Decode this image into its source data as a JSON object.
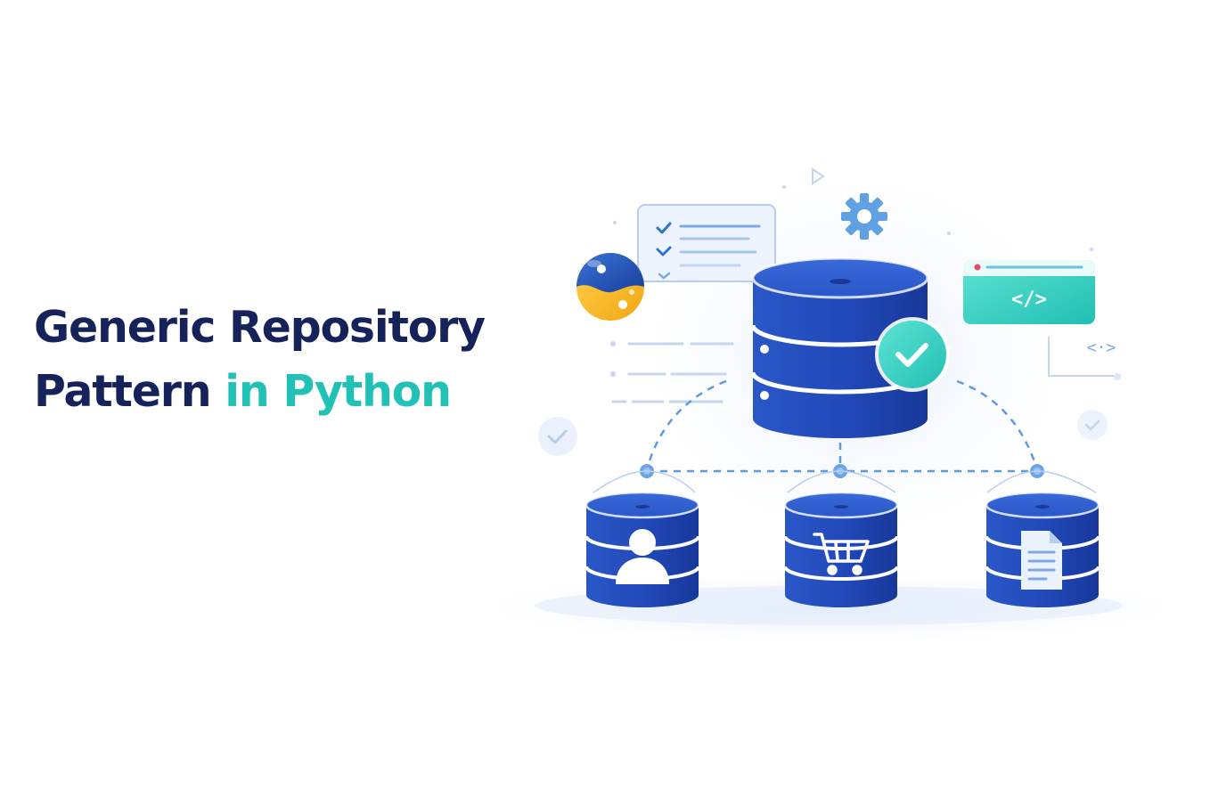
{
  "title": {
    "line1": "Generic Repository",
    "line2_prefix": "Pattern",
    "line2_accent": "in Python"
  },
  "code_card": {
    "symbol": "</>"
  },
  "code_bracket": {
    "symbol": "<·>"
  },
  "repositories": [
    {
      "icon": "user-icon"
    },
    {
      "icon": "cart-icon"
    },
    {
      "icon": "document-icon"
    }
  ],
  "colors": {
    "title": "#16225a",
    "accent": "#22c1b6",
    "database_dark": "#1e45b4",
    "database_light": "#3a66d6",
    "connector": "#6aa3e6",
    "check_badge": "#22c1b6",
    "python_blue": "#1f52b5",
    "python_yellow": "#f6b81d"
  }
}
